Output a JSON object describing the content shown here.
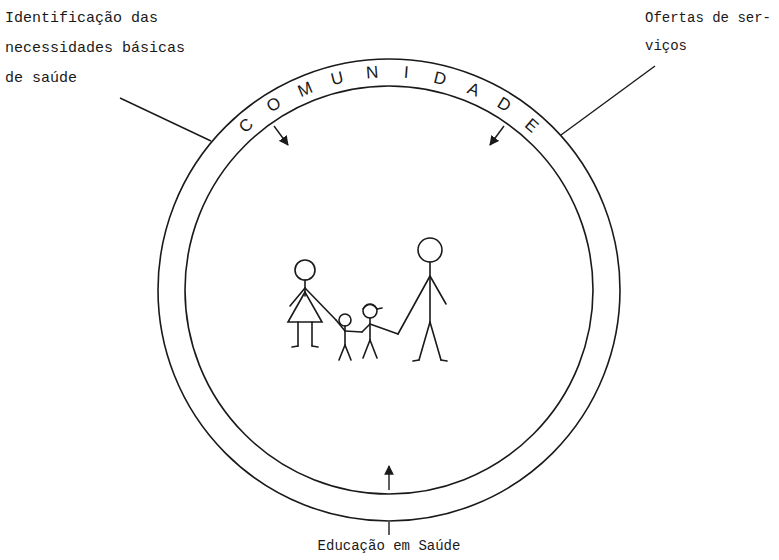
{
  "diagram": {
    "nodes": [
      {
        "text": [
          "COMUNIDADE"
        ]
      }
    ],
    "labels": [
      "Identificação das necessidades básicas de saúde",
      "Ofertas de ser- viços",
      "Educação em Saúde"
    ]
  }
}
